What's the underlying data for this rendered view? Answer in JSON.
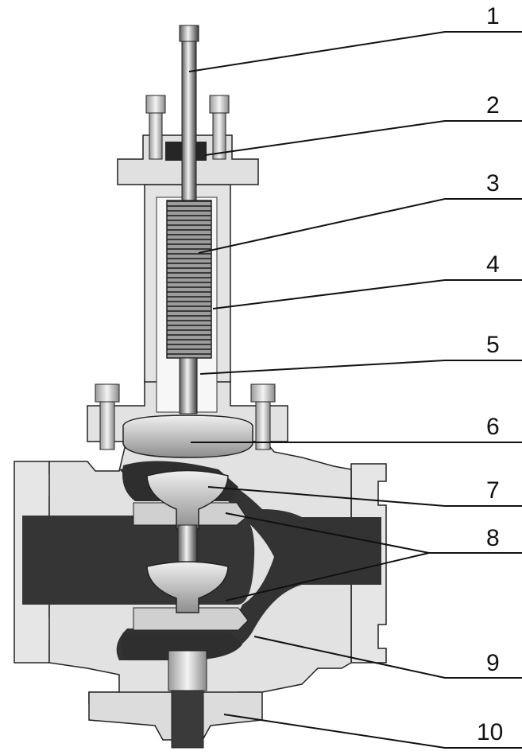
{
  "colors": {
    "background": "#ffffff",
    "body_light": "#e4e4e4",
    "body_mid": "#c6c6c6",
    "body_dark": "#2c2c2c",
    "channel": "#3a3a3a",
    "outline": "#111111"
  },
  "callouts": [
    {
      "label": "1"
    },
    {
      "label": "2"
    },
    {
      "label": "3"
    },
    {
      "label": "4"
    },
    {
      "label": "5"
    },
    {
      "label": "6"
    },
    {
      "label": "7"
    },
    {
      "label": "8"
    },
    {
      "label": "9"
    },
    {
      "label": "10"
    }
  ]
}
